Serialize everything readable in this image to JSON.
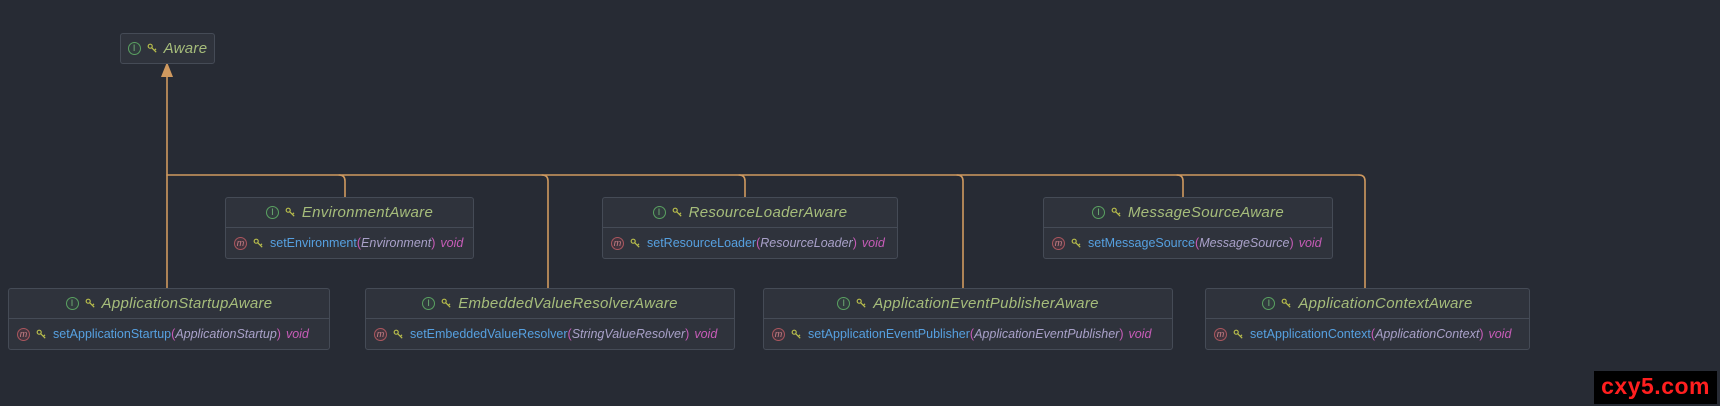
{
  "punctuation": {
    "open": "(",
    "close": ")"
  },
  "icons": {
    "interface_letter": "I",
    "method_letter": "m",
    "key_icon": "key",
    "interface_color": "#5AA161",
    "method_color": "#AA565E",
    "key_color": "#B9BE4C"
  },
  "colors": {
    "canvas_bg": "#272B34",
    "node_bg": "#2F333C",
    "node_border": "#454B56",
    "edge": "#CF995F",
    "interface_name": "#A6BD7B",
    "method_name": "#56A0E0",
    "param_type": "#A9A1C9",
    "keyword": "#C75CB8",
    "watermark_red": "#FF1F1F"
  },
  "nodes": [
    {
      "name": "Aware"
    },
    {
      "name": "EnvironmentAware",
      "method": {
        "name": "setEnvironment",
        "param": "Environment",
        "returns": "void"
      }
    },
    {
      "name": "ResourceLoaderAware",
      "method": {
        "name": "setResourceLoader",
        "param": "ResourceLoader",
        "returns": "void"
      }
    },
    {
      "name": "MessageSourceAware",
      "method": {
        "name": "setMessageSource",
        "param": "MessageSource",
        "returns": "void"
      }
    },
    {
      "name": "ApplicationStartupAware",
      "method": {
        "name": "setApplicationStartup",
        "param": "ApplicationStartup",
        "returns": "void"
      }
    },
    {
      "name": "EmbeddedValueResolverAware",
      "method": {
        "name": "setEmbeddedValueResolver",
        "param": "StringValueResolver",
        "returns": "void"
      }
    },
    {
      "name": "ApplicationEventPublisherAware",
      "method": {
        "name": "setApplicationEventPublisher",
        "param": "ApplicationEventPublisher",
        "returns": "void"
      }
    },
    {
      "name": "ApplicationContextAware",
      "method": {
        "name": "setApplicationContext",
        "param": "ApplicationContext",
        "returns": "void"
      }
    }
  ],
  "relations": [
    {
      "from": "EnvironmentAware",
      "to": "Aware",
      "type": "extends"
    },
    {
      "from": "ResourceLoaderAware",
      "to": "Aware",
      "type": "extends"
    },
    {
      "from": "MessageSourceAware",
      "to": "Aware",
      "type": "extends"
    },
    {
      "from": "ApplicationStartupAware",
      "to": "Aware",
      "type": "extends"
    },
    {
      "from": "EmbeddedValueResolverAware",
      "to": "Aware",
      "type": "extends"
    },
    {
      "from": "ApplicationEventPublisherAware",
      "to": "Aware",
      "type": "extends"
    },
    {
      "from": "ApplicationContextAware",
      "to": "Aware",
      "type": "extends"
    }
  ],
  "watermark": {
    "text": "cxy5.com"
  }
}
